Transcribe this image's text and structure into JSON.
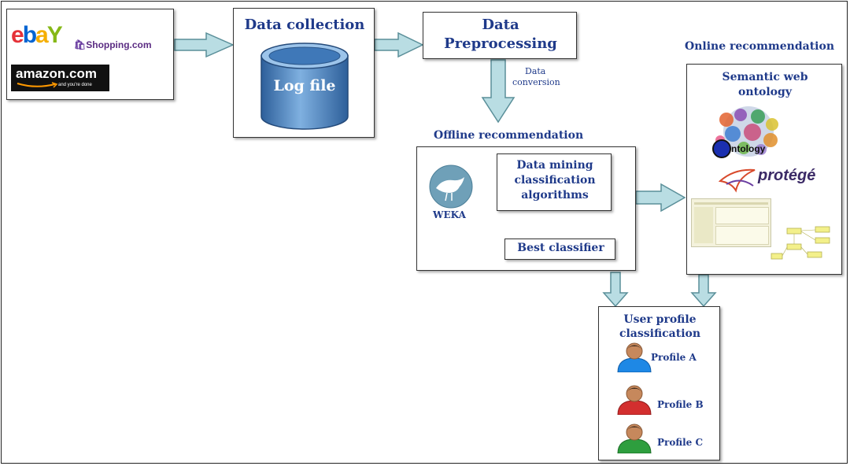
{
  "sources": {
    "ebay_logo": "ebay",
    "shopping_logo": "Shopping.com",
    "amazon_logo": "amazon.com",
    "amazon_tagline": "and you're done"
  },
  "data_collection": {
    "title": "Data collection",
    "db_label": "Log file"
  },
  "preprocessing": {
    "title_line1": "Data",
    "title_line2": "Preprocessing",
    "conversion_line1": "Data",
    "conversion_line2": "conversion"
  },
  "offline": {
    "title": "Offline recommendation",
    "weka_label": "WEKA",
    "mining_line1": "Data mining",
    "mining_line2": "classification",
    "mining_line3": "algorithms",
    "best_classifier": "Best classifier"
  },
  "online": {
    "title": "Online recommendation",
    "semantic_line1": "Semantic web",
    "semantic_line2": "ontology",
    "ontology_logo": "ntology",
    "protege_logo": "protégé"
  },
  "profiles": {
    "title_line1": "User profile",
    "title_line2": "classification",
    "items": [
      {
        "label": "Profile A",
        "color": "#1e88e5"
      },
      {
        "label": "Profile B",
        "color": "#d32f2f"
      },
      {
        "label": "Profile C",
        "color": "#2e9e3e"
      }
    ]
  },
  "colors": {
    "title_blue": "#1f3a8a",
    "arrow_fill": "#b9dde3",
    "arrow_stroke": "#5a8f99",
    "db_blue": "#4a86c5"
  }
}
